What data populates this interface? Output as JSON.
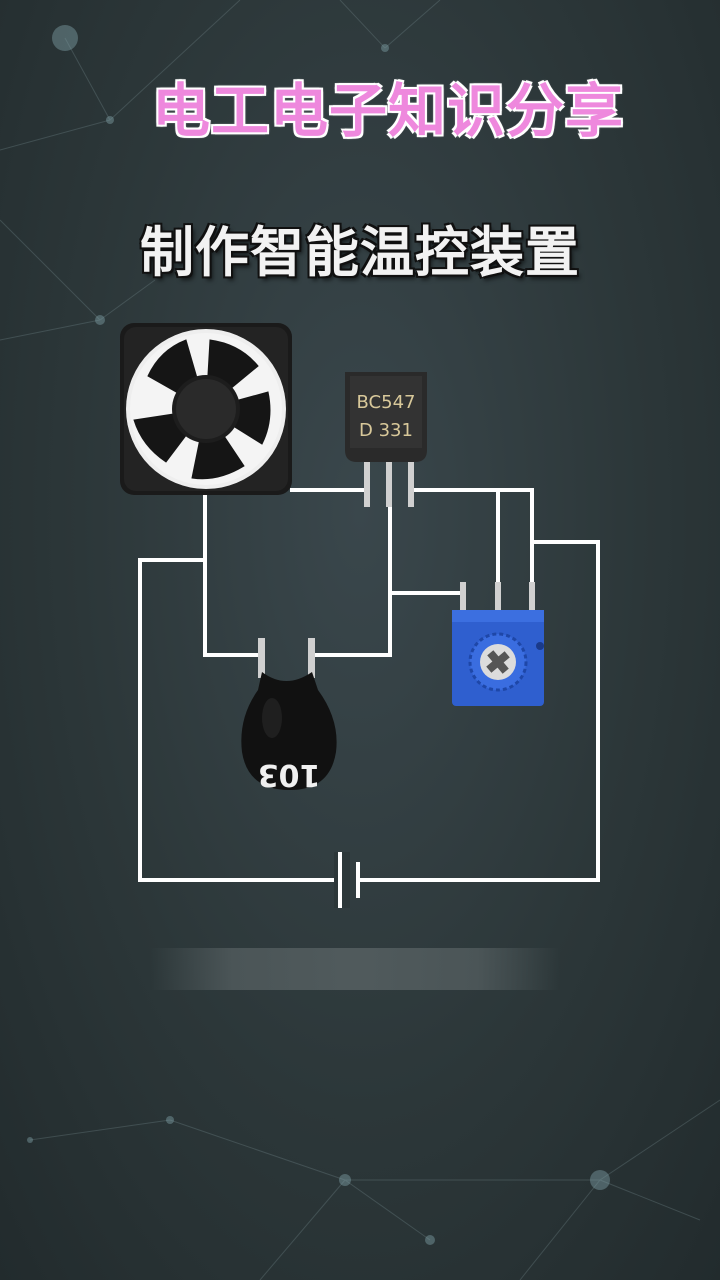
{
  "header": {
    "channel_title": "电工电子知识分享",
    "video_title": "制作智能温控装置"
  },
  "components": {
    "transistor": {
      "line1": "BC547",
      "line2": "D 331"
    },
    "thermistor": {
      "code": "103"
    }
  },
  "colors": {
    "background": "#2c3739",
    "wire": "#ffffff",
    "channel_title": "#ee88dd",
    "transistor_body": "#2a2a2a",
    "transistor_text": "#d8c89a",
    "potentiometer": "#2f5fcf",
    "thermistor": "#111111",
    "fan_frame": "#1a1a1a"
  }
}
